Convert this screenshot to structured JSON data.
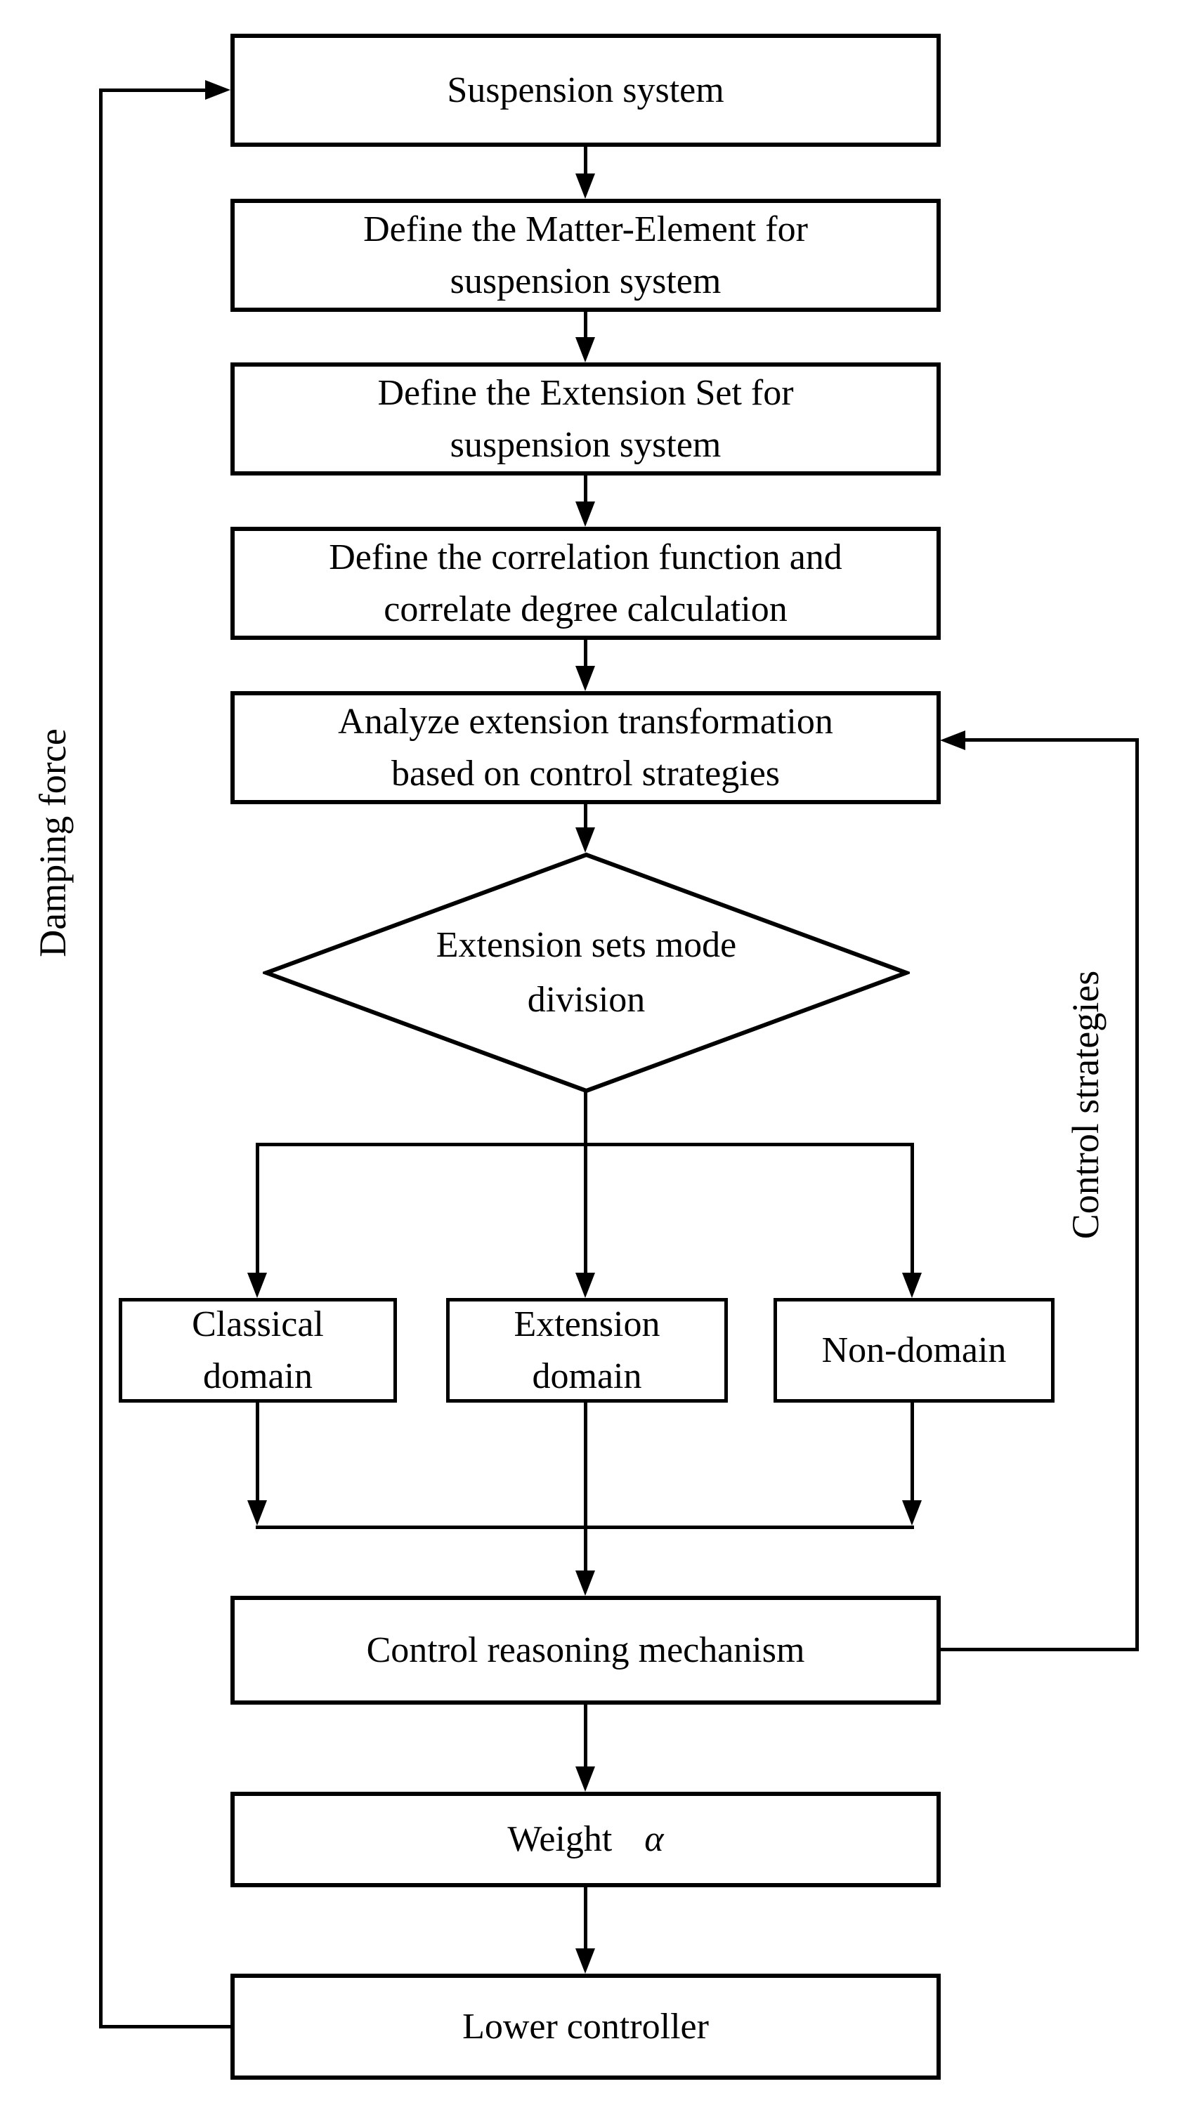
{
  "diagram": {
    "background": "#ffffff",
    "stroke_color": "#000000",
    "nodes": {
      "suspension_system": {
        "lines": [
          "Suspension system"
        ]
      },
      "matter_element": {
        "lines": [
          "Define the Matter-Element for",
          "suspension system"
        ]
      },
      "extension_set": {
        "lines": [
          "Define the Extension Set for",
          "suspension system"
        ]
      },
      "correlation_function": {
        "lines": [
          "Define the correlation function and",
          "correlate degree calculation"
        ]
      },
      "analyze_transformation": {
        "lines": [
          "Analyze extension transformation",
          "based on control strategies"
        ]
      },
      "extension_sets_decision": {
        "lines": [
          "Extension sets mode",
          "division"
        ]
      },
      "classical_domain": {
        "lines": [
          "Classical",
          "domain"
        ]
      },
      "extension_domain": {
        "lines": [
          "Extension",
          "domain"
        ]
      },
      "non_domain": {
        "lines": [
          "Non-domain"
        ]
      },
      "control_reasoning": {
        "lines": [
          "Control reasoning mechanism"
        ]
      },
      "weight": {
        "text": "Weight",
        "symbol": "α"
      },
      "lower_controller": {
        "lines": [
          "Lower controller"
        ]
      }
    },
    "flow_labels": {
      "damping_force": "Damping force",
      "control_strategies": "Control strategies"
    }
  }
}
